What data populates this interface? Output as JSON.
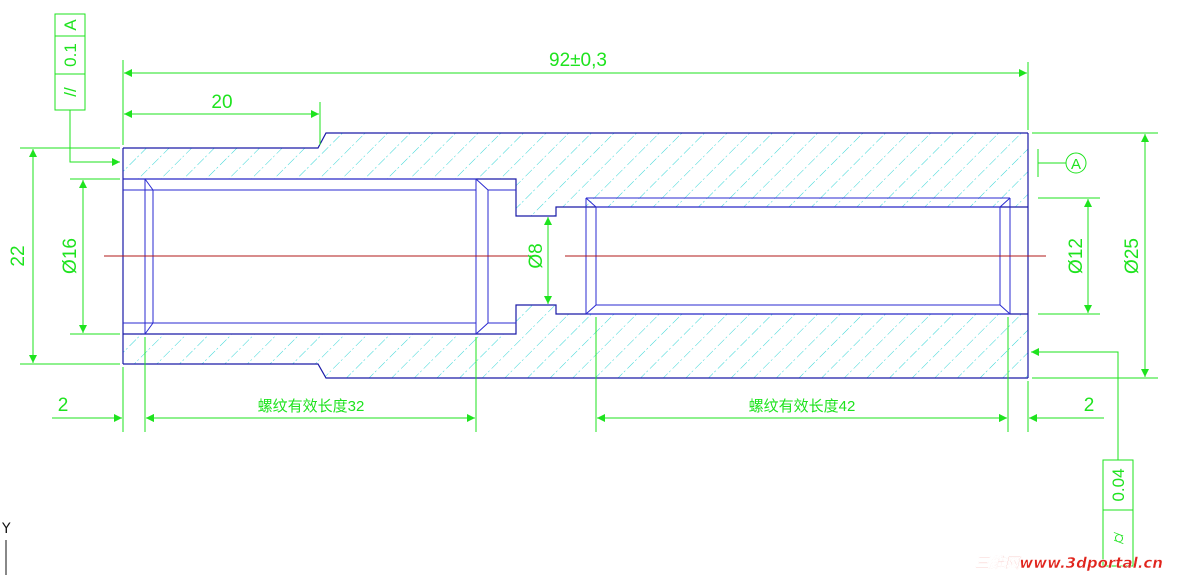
{
  "colors": {
    "dimension": "#1ee31e",
    "outline": "#1a1aa8",
    "thread": "#2a2ad0",
    "hatch": "#36d6d6",
    "centerline": "#b01818",
    "watermark": "#e0241c"
  },
  "dimensions": {
    "overall_length": "92±0,3",
    "left_step": "20",
    "left_height": "22",
    "left_bore": "Ø16",
    "center_hole": "Ø8",
    "right_bore": "Ø12",
    "outer_diameter": "Ø25",
    "left_chamfer": "2",
    "right_chamfer": "2",
    "thread_left": "螺纹有效长度32",
    "thread_right": "螺纹有效长度42"
  },
  "tolerance_frames": {
    "parallelism": {
      "symbol": "//",
      "value": "0.1",
      "datum": "A"
    },
    "cylindricity": {
      "symbol": "⌭",
      "value": "0.04"
    }
  },
  "datum": {
    "label": "A"
  },
  "ucs": {
    "axis_label": "Y"
  },
  "watermark": {
    "text": "三维网www.3dportal.cn"
  }
}
